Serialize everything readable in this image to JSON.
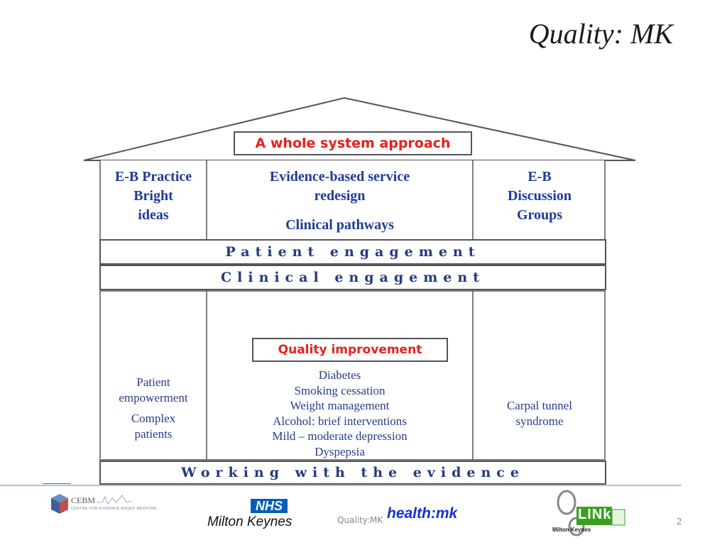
{
  "slide": {
    "title": "Quality: MK",
    "roof_label": "A whole system approach",
    "pillars": {
      "left": [
        "E-B Practice",
        "Bright",
        "ideas"
      ],
      "center": [
        "Evidence-based service",
        "redesign",
        "Clinical pathways"
      ],
      "right": [
        "E-B",
        "Discussion",
        "Groups"
      ]
    },
    "bands": {
      "patient": "Patient engagement",
      "clinical": "Clinical engagement",
      "evidence": "Working with the evidence"
    },
    "lower": {
      "left": [
        "Patient",
        "empowerment",
        "Complex",
        "patients"
      ],
      "center_label": "Quality improvement",
      "center_items": [
        "Diabetes",
        "Smoking cessation",
        "Weight management",
        "Alcohol: brief interventions",
        "Mild – moderate depression",
        "Dyspepsia"
      ],
      "right": [
        "Carpal tunnel",
        "syndrome"
      ]
    }
  },
  "footer": {
    "cebm_text": "CEBM",
    "cebm_sub": "CENTRE FOR EVIDENCE-BASED MEDICINE",
    "nhs": "NHS",
    "org": "Milton Keynes",
    "center_text": "Quality:MK",
    "health": "health:mk",
    "link_text": "LINk",
    "link_sub": "Milton Keynes",
    "page_number": "2"
  },
  "colors": {
    "accent_red": "#e8201c",
    "pillar_blue": "#1f3a9a",
    "nhs_blue": "#005eb8",
    "health_blue": "#1530d4",
    "link_green": "#3aa020"
  }
}
